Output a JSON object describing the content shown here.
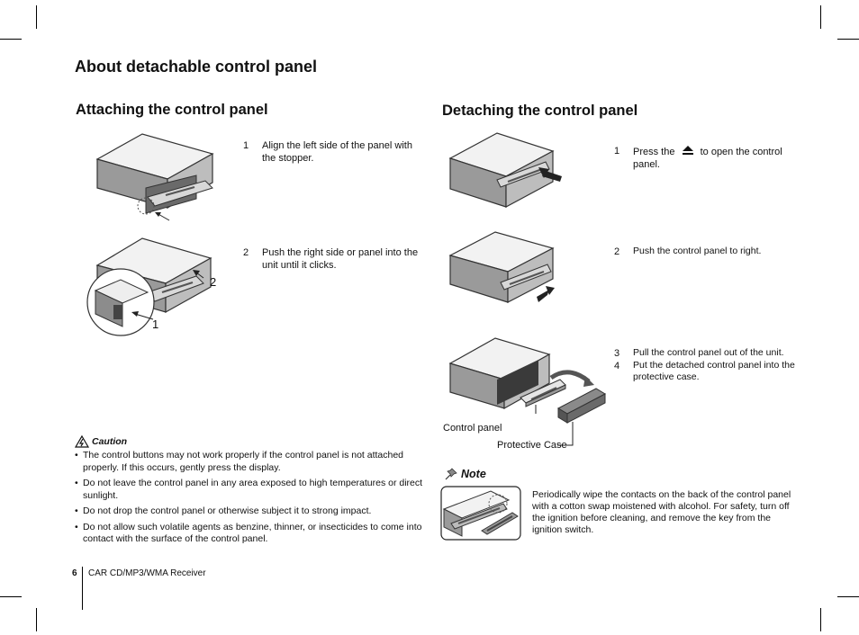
{
  "page": {
    "title": "About detachable control panel",
    "page_number": "6",
    "footer_label": "CAR CD/MP3/WMA Receiver"
  },
  "attaching": {
    "heading": "Attaching the control panel",
    "steps": [
      {
        "num": "1",
        "text": "Align the left side of the panel with the stopper."
      },
      {
        "num": "2",
        "text": "Push the right side or panel into the unit until it clicks."
      }
    ],
    "figure_labels": {
      "one": "1",
      "two": "2"
    }
  },
  "detaching": {
    "heading": "Detaching the control panel",
    "steps": [
      {
        "num": "1",
        "text_before": "Press the",
        "text_after": "to open the control panel."
      },
      {
        "num": "2",
        "text": "Push the control panel to right."
      },
      {
        "num": "3",
        "text": "Pull the control panel out of the unit."
      },
      {
        "num": "4",
        "text": "Put the detached control panel into the protective case."
      }
    ],
    "figure_labels": {
      "control_panel": "Control panel",
      "protective_case": "Protective Case"
    }
  },
  "caution": {
    "title": "Caution",
    "items": [
      "The control buttons may not work properly if the control panel is not attached properly. If this occurs, gently press the  display.",
      "Do not leave the control panel in any area exposed to high temperatures or direct sunlight.",
      "Do not drop the control panel or otherwise subject it to strong impact.",
      "Do not allow such volatile agents as benzine, thinner, or insecticides to come into contact with the surface of the control panel."
    ]
  },
  "note": {
    "title": "Note",
    "text": "Periodically wipe the contacts on the back of the control panel with a cotton swap moistened with alcohol. For safety, turn off the ignition before cleaning, and remove the key from the ignition switch."
  },
  "icons": {
    "eject": "eject-icon",
    "caution": "caution-lightning-icon",
    "note": "pushpin-icon"
  }
}
